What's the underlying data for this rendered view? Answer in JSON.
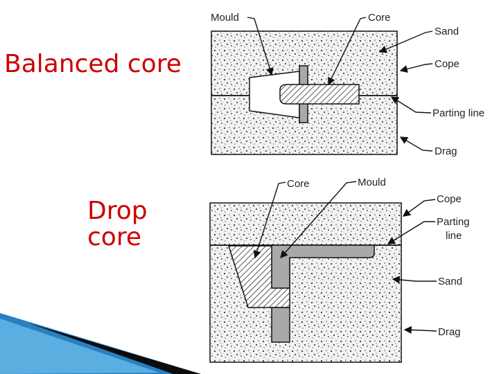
{
  "titles": {
    "balanced_core": "Balanced core",
    "drop_core_line1": "Drop",
    "drop_core_line2": "core"
  },
  "balanced_diagram": {
    "labels": {
      "mould": "Mould",
      "core": "Core",
      "sand": "Sand",
      "cope": "Cope",
      "parting_line": "Parting line",
      "drag": "Drag"
    }
  },
  "drop_diagram": {
    "labels": {
      "core": "Core",
      "mould": "Mould",
      "cope": "Cope",
      "parting_line_1": "Parting",
      "parting_line_2": "line",
      "sand": "Sand",
      "drag": "Drag"
    }
  },
  "colors": {
    "title": "#cc0000",
    "sand_fill": "#f2f2f2",
    "mould_cavity": "#a9a9a9",
    "accent_blue": "#2a7fc1"
  }
}
